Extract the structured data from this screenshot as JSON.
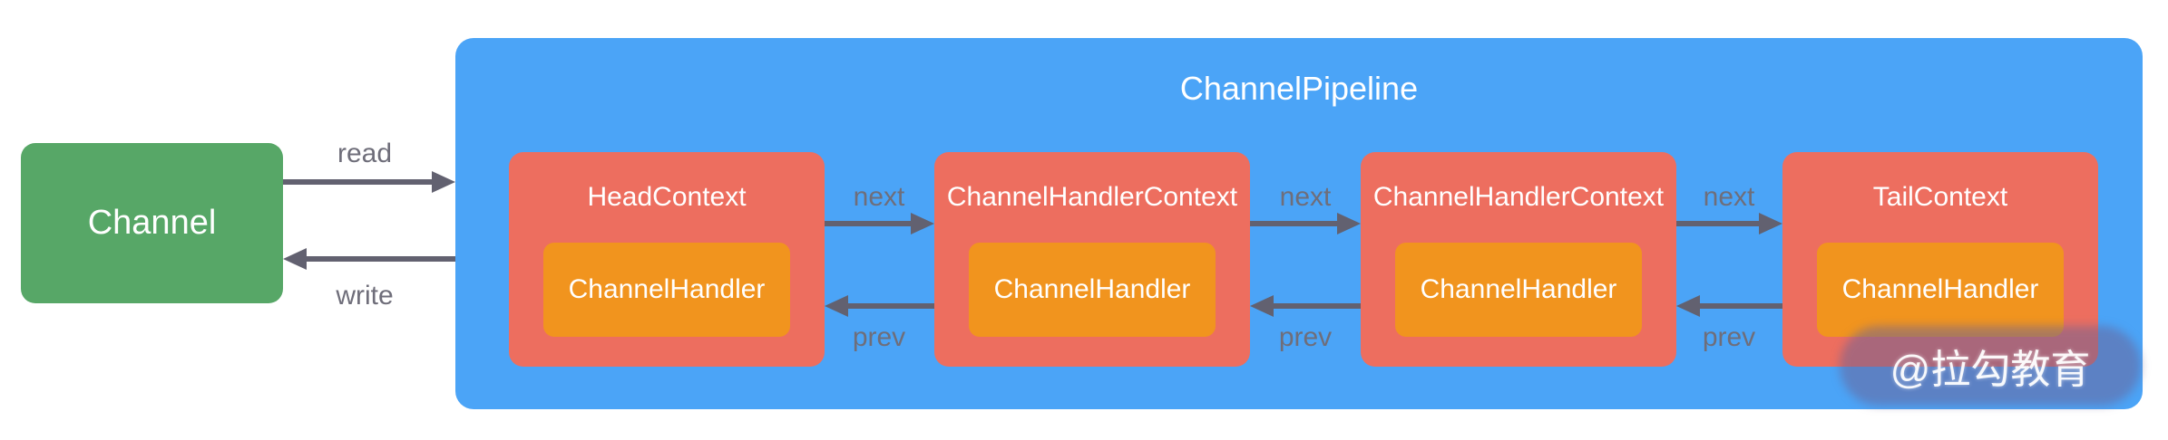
{
  "diagram": {
    "channel": {
      "label": "Channel"
    },
    "pipeline": {
      "title": "ChannelPipeline",
      "contexts": [
        {
          "title": "HeadContext",
          "handler_label": "ChannelHandler"
        },
        {
          "title": "ChannelHandlerContext",
          "handler_label": "ChannelHandler"
        },
        {
          "title": "ChannelHandlerContext",
          "handler_label": "ChannelHandler"
        },
        {
          "title": "TailContext",
          "handler_label": "ChannelHandler"
        }
      ]
    },
    "labels": {
      "read": "read",
      "write": "write",
      "next": "next",
      "prev": "prev"
    },
    "watermark": {
      "text": "@拉勾教育"
    },
    "colors": {
      "channel_green": "#57A767",
      "pipeline_blue": "#4BA4F7",
      "context_red": "#ED6E5F",
      "handler_orange": "#F1941E",
      "arrow_gray": "#626170",
      "label_gray": "#6F6E7A"
    }
  }
}
